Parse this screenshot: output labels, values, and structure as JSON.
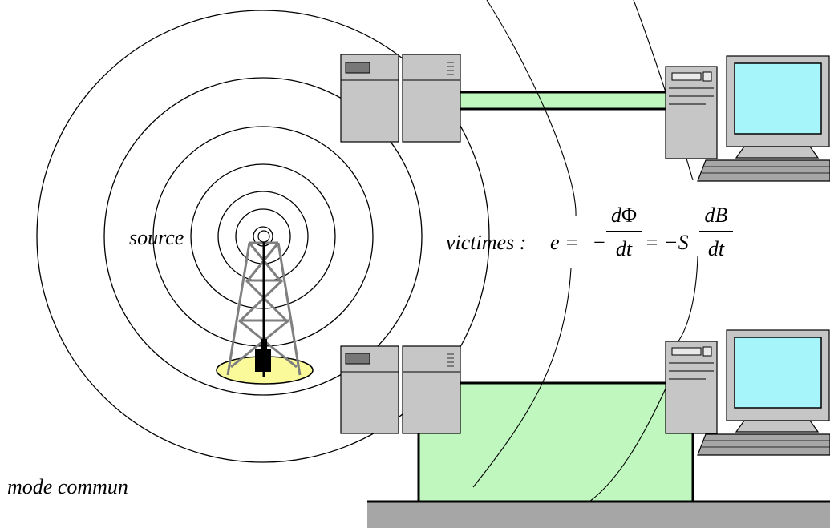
{
  "labels": {
    "source": "source",
    "mode": "mode commun",
    "victimes": "victimes :",
    "formula_lhs": "e =",
    "formula_minus1": "−",
    "frac1_num_d": "d",
    "frac1_num_phi": "Φ",
    "frac1_den": "dt",
    "formula_mid": "= −S",
    "frac2_num": "dB",
    "frac2_den": "dt"
  },
  "colors": {
    "loop_fill": "#bff7bf",
    "ground": "#a6a6a6",
    "cabinet": "#c6c6c6",
    "screen": "#a6f5fb",
    "antenna_base": "#fafa9a"
  },
  "icons": [
    "antenna-tower-icon",
    "server-cabinet-icon",
    "computer-workstation-icon"
  ]
}
